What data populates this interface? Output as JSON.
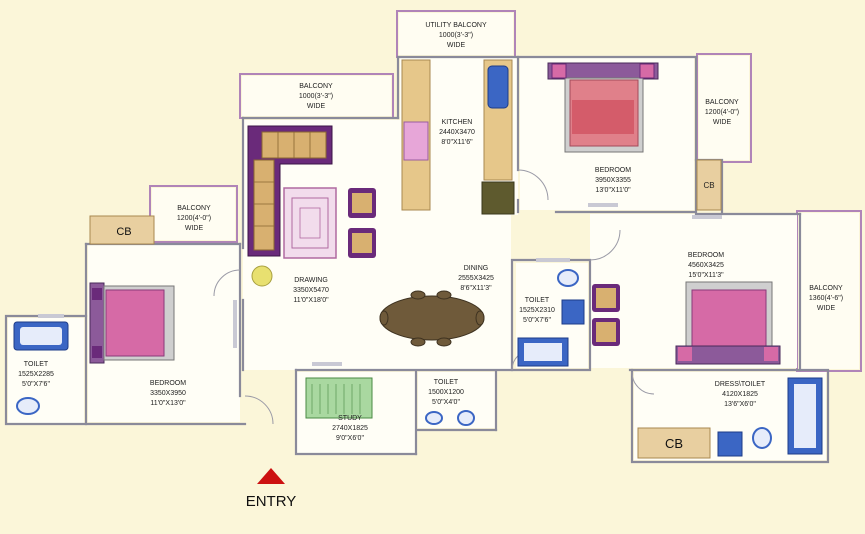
{
  "rooms": {
    "utility_balcony": {
      "name": "UTILITY BALCONY",
      "size": "1000(3'-3\")",
      "unit": "WIDE"
    },
    "balcony_top": {
      "name": "BALCONY",
      "size": "1000(3'-3\")",
      "unit": "WIDE"
    },
    "kitchen": {
      "name": "KITCHEN",
      "metric": "2440X3470",
      "imperial": "8'0\"X11'6\""
    },
    "bedroom_top": {
      "name": "BEDROOM",
      "metric": "3950X3355",
      "imperial": "13'0\"X11'0\""
    },
    "balcony_right_top": {
      "name": "BALCONY",
      "size": "1200(4'-0\")",
      "unit": "WIDE"
    },
    "cb_right_top": {
      "name": "CB"
    },
    "balcony_left": {
      "name": "BALCONY",
      "size": "1200(4'-0\")",
      "unit": "WIDE"
    },
    "cb_left": {
      "name": "CB"
    },
    "drawing": {
      "name": "DRAWING",
      "metric": "3350X5470",
      "imperial": "11'0\"X18'0\""
    },
    "dining": {
      "name": "DINING",
      "metric": "2555X3425",
      "imperial": "8'6\"X11'3\""
    },
    "toilet_mid": {
      "name": "TOILET",
      "metric": "1525X2310",
      "imperial": "5'0\"X7'6\""
    },
    "bedroom_right": {
      "name": "BEDROOM",
      "metric": "4560X3425",
      "imperial": "15'0\"X11'3\""
    },
    "balcony_right": {
      "name": "BALCONY",
      "size": "1360(4'-6\")",
      "unit": "WIDE"
    },
    "toilet_left": {
      "name": "TOILET",
      "metric": "1525X2285",
      "imperial": "5'0\"X7'6\""
    },
    "bedroom_left": {
      "name": "BEDROOM",
      "metric": "3350X3950",
      "imperial": "11'0\"X13'0\""
    },
    "study": {
      "name": "STUDY",
      "metric": "2740X1825",
      "imperial": "9'0\"X6'0\""
    },
    "toilet_small": {
      "name": "TOILET",
      "metric": "1500X1200",
      "imperial": "5'0\"X4'0\""
    },
    "dress_toilet": {
      "name": "DRESS\\TOILET",
      "metric": "4120X1825",
      "imperial": "13'6\"X6'0\""
    },
    "cb_bottom": {
      "name": "CB"
    }
  },
  "entry": {
    "label": "ENTRY"
  },
  "colors": {
    "background": "#fbf6d9",
    "wall": "#8a8a9a",
    "balcony_border": "#b084b8",
    "bed_pink": "#d66aa6",
    "sofa_purple": "#6a2a7a",
    "cushion_tan": "#d8b070",
    "dining_table": "#6f5a3a",
    "fixture_blue": "#3b66c4",
    "cabinet_tan": "#c4a878",
    "entry_arrow": "#cc1111"
  }
}
